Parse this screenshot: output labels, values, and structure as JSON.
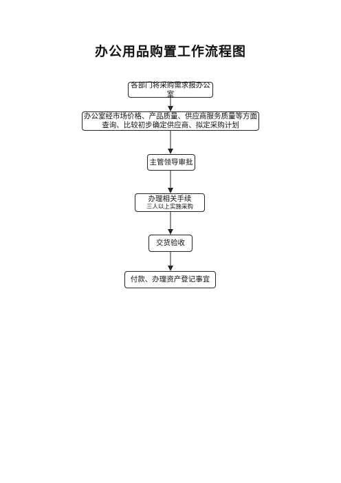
{
  "title": "办公用品购置工作流程图",
  "steps": [
    {
      "line1": "各部门将采购需求报办公室",
      "line2": ""
    },
    {
      "line1": "办公室经市场价格、产品质量、供应商服务质量等方面",
      "line2": "查询、比较初步确定供应商、拟定采购计划"
    },
    {
      "line1": "主管领导审批",
      "line2": ""
    },
    {
      "line1": "办理相关手续",
      "line2": "三人以上实施采购"
    },
    {
      "line1": "交货验收",
      "line2": ""
    },
    {
      "line1": "付款、办理资产登记事宜",
      "line2": ""
    }
  ]
}
